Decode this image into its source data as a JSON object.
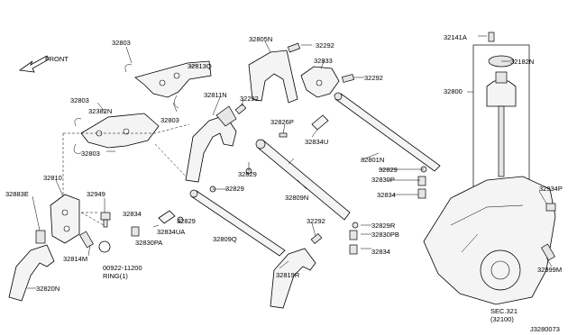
{
  "labels": {
    "front": "FRONT",
    "p32803a": "32803",
    "p32813q": "32813Q",
    "p32805n": "32805N",
    "p32292a": "32292",
    "p32833": "32833",
    "p32292b": "32292",
    "p32141a": "32141A",
    "p32182n": "32182N",
    "p32800": "32800",
    "p32803b": "32803",
    "p32382n": "32382N",
    "p32811n": "32811N",
    "p32292c": "32292",
    "p32803c": "32803",
    "p32826p": "32826P",
    "p32834u": "32834U",
    "p32803d": "32803",
    "p32801n": "32801N",
    "p32829a": "32829",
    "p32810": "32810",
    "p32829b": "32829",
    "p32830p": "32830P",
    "p32883e": "32883E",
    "p32949": "32949",
    "p32829c": "32829",
    "p32809n": "32809N",
    "p32834a": "32834",
    "p32834b": "32834",
    "p32934p": "32934P",
    "p32834ua": "32834UA",
    "p32829d": "32829",
    "p32830pa": "32830PA",
    "p32809q": "32809Q",
    "p32292d": "32292",
    "p32829r": "32829R",
    "p32830pb": "32830PB",
    "p32814m": "32814M",
    "p00922": "00922-11200",
    "ring": "RING(1)",
    "p32834c": "32834",
    "p32819r": "32819R",
    "p32999m": "32999M",
    "p32820n": "32820N",
    "sec": "SEC.321",
    "sec2": "(32100)",
    "code": "J3280073"
  }
}
